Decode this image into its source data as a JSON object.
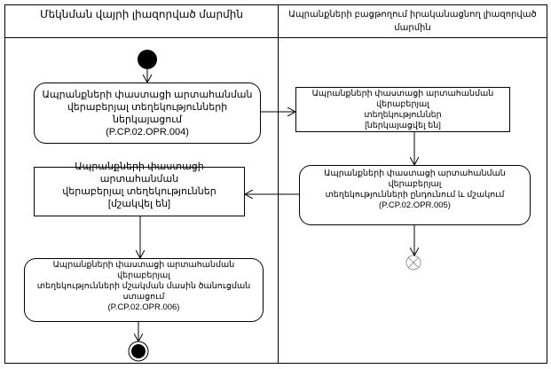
{
  "lanes": [
    {
      "title": "Մեկնման վայրի լիազորված մարմին",
      "subtitle": ""
    },
    {
      "title": "Ապրանքների բացթողում իրականացնող լիազորված մարմին",
      "subtitle": ""
    }
  ],
  "nodes": {
    "present": {
      "line1": "Ապրանքների փաստացի արտահանման",
      "line2": "վերաբերյալ տեղեկությունների ներկայացում",
      "code": "(P.CP.02.OPR.004)"
    },
    "presented": {
      "line1": "Ապրանքների փաստացի արտահանման վերաբերյալ",
      "line2": "տեղեկություններ",
      "state": "[ներկայացվել են]"
    },
    "receive": {
      "line1": "Ապրանքների փաստացի արտահանման վերաբերյալ",
      "line2": "տեղեկությունների ընդունում և մշակում",
      "code": "(P.CP.02.OPR.005)"
    },
    "processed": {
      "line1": "Ապրանքների փաստացի արտահանման",
      "line2": "վերաբերյալ տեղեկություններ [մշակվել են]"
    },
    "notify": {
      "line1": "Ապրանքների փաստացի արտահանման վերաբերյալ",
      "line2": "տեղեկությունների մշակման մասին ծանուցման",
      "line3": "ստացում",
      "code": "(P.CP.02.OPR.006)"
    }
  },
  "colors": {
    "line": "#000000",
    "background": "#ffffff",
    "flow_final_stroke": "#999999"
  }
}
